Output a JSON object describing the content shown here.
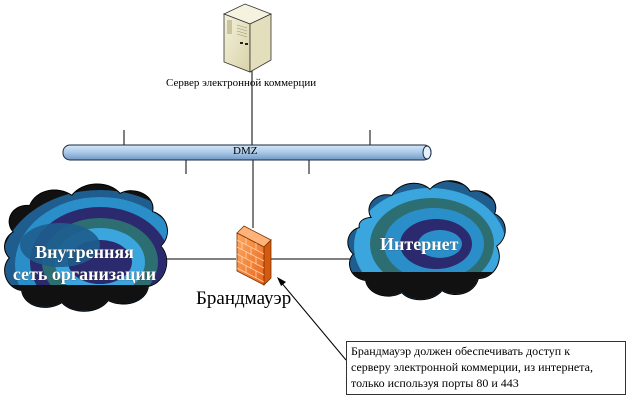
{
  "diagram": {
    "server": {
      "label": "Сервер электронной коммерции",
      "icon": "server-icon"
    },
    "dmz": {
      "label": "DMZ",
      "color": "#a9c8e8"
    },
    "firewall": {
      "label": "Брандмауэр",
      "icon": "firewall-icon",
      "color": "#f07a2a"
    },
    "clouds": {
      "internal": {
        "label_line1": "Внутренняя",
        "label_line2": "сеть организации"
      },
      "internet": {
        "label": "Интернет"
      },
      "colors": [
        "#2a8fc9",
        "#1e5d8e",
        "#2b2a6e",
        "#2d6e73",
        "#3aa6dd",
        "#111111"
      ]
    },
    "note": {
      "line1": "Брандмауэр должен обеспечивать доступ к",
      "line2": "серверу электронной коммерции, из интернета,",
      "line3": "только используя порты 80 и 443"
    }
  }
}
